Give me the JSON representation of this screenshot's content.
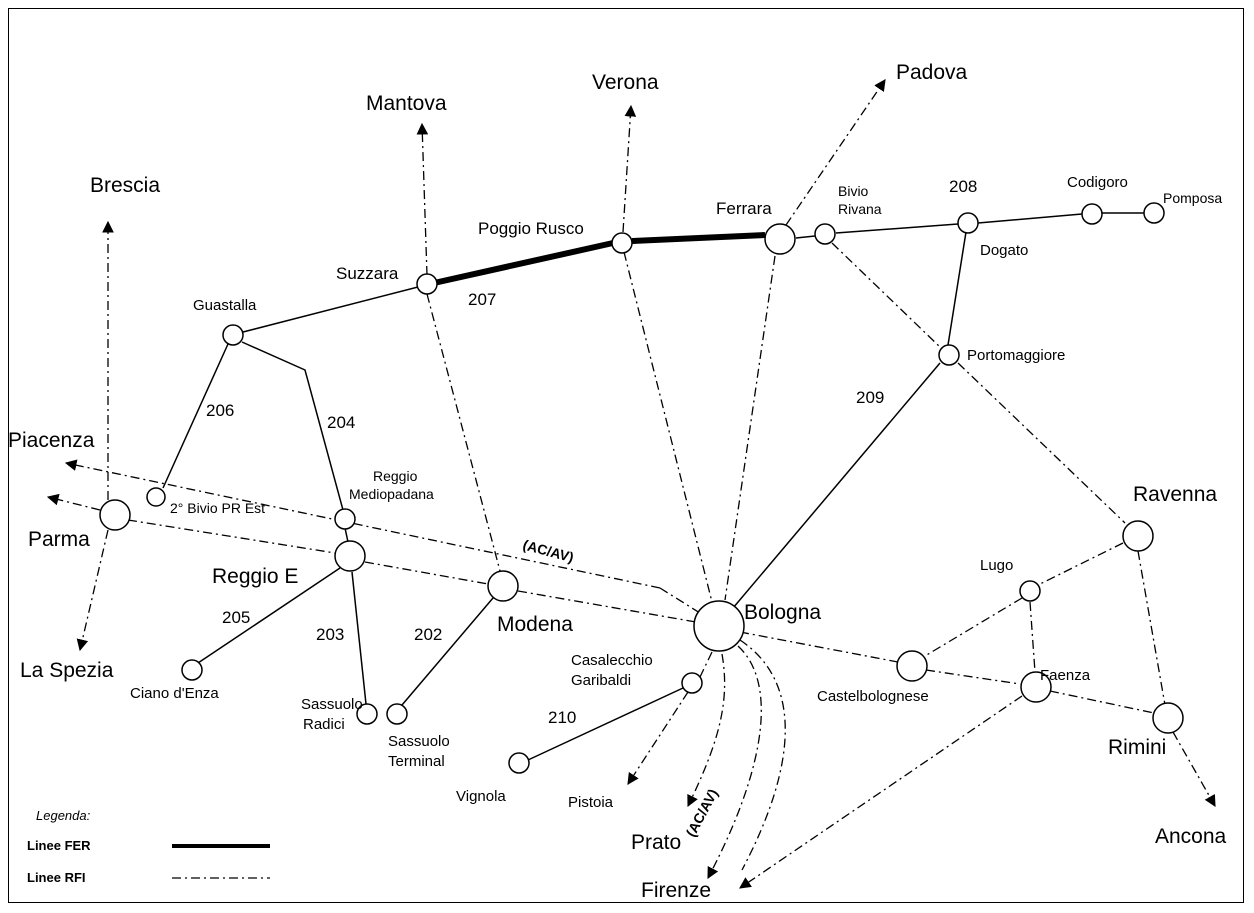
{
  "map": {
    "cities": {
      "brescia": "Brescia",
      "mantova": "Mantova",
      "verona": "Verona",
      "padova": "Padova",
      "piacenza": "Piacenza",
      "parma": "Parma",
      "la_spezia": "La Spezia",
      "reggio_e": "Reggio E",
      "modena": "Modena",
      "bologna": "Bologna",
      "ravenna": "Ravenna",
      "rimini": "Rimini",
      "ancona": "Ancona",
      "prato": "Prato",
      "firenze": "Firenze"
    },
    "stations": {
      "guastalla": "Guastalla",
      "suzzara": "Suzzara",
      "poggio_rusco": "Poggio Rusco",
      "ferrara": "Ferrara",
      "bivio_rivana_1": "Bivio",
      "bivio_rivana_2": "Rivana",
      "codigoro": "Codigoro",
      "pomposa": "Pomposa",
      "dogato": "Dogato",
      "portomaggiore": "Portomaggiore",
      "reggio_mediopadana_1": "Reggio",
      "reggio_mediopadana_2": "Mediopadana",
      "bivio_pr_est": "2° Bivio PR Est",
      "ciano": "Ciano d'Enza",
      "sassuolo_radici_1": "Sassuolo",
      "sassuolo_radici_2": "Radici",
      "sassuolo_terminal_1": "Sassuolo",
      "sassuolo_terminal_2": "Terminal",
      "casalecchio_1": "Casalecchio",
      "casalecchio_2": "Garibaldi",
      "vignola": "Vignola",
      "pistoia": "Pistoia",
      "lugo": "Lugo",
      "faenza": "Faenza",
      "castelbolognese": "Castelbolognese"
    },
    "line_numbers": {
      "l202": "202",
      "l203": "203",
      "l204": "204",
      "l205": "205",
      "l206": "206",
      "l207": "207",
      "l208": "208",
      "l209": "209",
      "l210": "210"
    },
    "annotations": {
      "acav_1": "(AC/AV)",
      "acav_2": "(AC/AV)"
    }
  },
  "legend": {
    "title": "Legenda:",
    "items": [
      {
        "label": "Linee FER",
        "style": "solid-thick"
      },
      {
        "label": "Linee RFI",
        "style": "dash-dot"
      }
    ]
  },
  "colors": {
    "line": "#000000",
    "background": "#ffffff"
  }
}
